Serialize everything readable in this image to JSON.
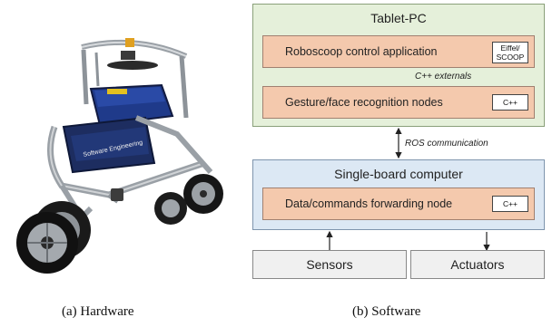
{
  "hardware": {
    "caption": "(a)  Hardware",
    "image_description": "walker-robot-photo",
    "walker_text": "Software Engineering"
  },
  "software": {
    "caption": "(b)  Software",
    "tablet_pc": {
      "title": "Tablet-PC",
      "control_app": {
        "label": "Roboscoop control application",
        "tag": [
          "Eiffel/",
          "SCOOP"
        ]
      },
      "cpp_externals": "C++ externals",
      "gesture_nodes": {
        "label": "Gesture/face recognition nodes",
        "tag": "C++"
      }
    },
    "ros_communication": "ROS communication",
    "sbc": {
      "title": "Single-board computer",
      "forwarding_node": {
        "label": "Data/commands forwarding node",
        "tag": "C++"
      }
    },
    "sensors": "Sensors",
    "actuators": "Actuators"
  },
  "colors": {
    "tablet_bg": "#e5f0da",
    "sbc_bg": "#dce8f4",
    "node_bg": "#f4c9ad",
    "io_bg": "#f0f0f0",
    "frame_blue": "#1f3a8a"
  }
}
